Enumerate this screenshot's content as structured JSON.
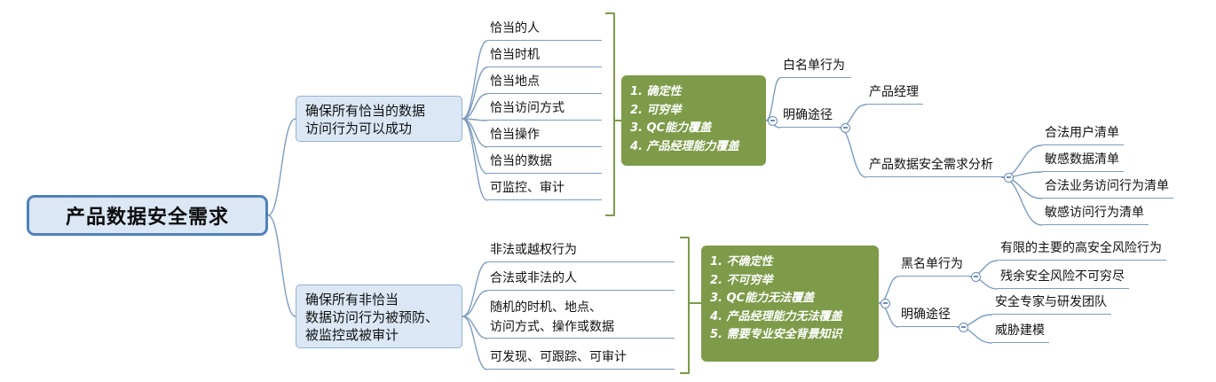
{
  "root": {
    "label": "产品数据安全需求"
  },
  "branch_appropriate": {
    "topic": "确保所有恰当的数据\n访问行为可以成功",
    "items": [
      "恰当的人",
      "恰当时机",
      "恰当地点",
      "恰当访问方式",
      "恰当操作",
      "恰当的数据",
      "可监控、审计"
    ],
    "summary_lines": [
      "1. 确定性",
      "2. 可穷举",
      "3. QC能力覆盖",
      "4. 产品经理能力覆盖"
    ],
    "whitelist": "白名单行为",
    "path": {
      "label": "明确途径",
      "pm": "产品经理",
      "analysis": {
        "label": "产品数据安全需求分析",
        "items": [
          "合法用户清单",
          "敏感数据清单",
          "合法业务访问行为清单",
          "敏感访问行为清单"
        ]
      }
    }
  },
  "branch_inappropriate": {
    "topic": "确保所有非恰当\n数据访问行为被预防、\n被监控或被审计",
    "items": [
      "非法或越权行为",
      "合法或非法的人",
      "随机的时机、地点、\n访问方式、操作或数据",
      "可发现、可跟踪、可审计"
    ],
    "summary_lines": [
      "1. 不确定性",
      "2. 不可穷举",
      "3. QC能力无法覆盖",
      "4. 产品经理能力无法覆盖",
      "5. 需要专业安全背景知识"
    ],
    "blacklist": {
      "label": "黑名单行为",
      "items": [
        "有限的主要的高安全风险行为",
        "残余安全风险不可穷尽"
      ]
    },
    "path": {
      "label": "明确途径",
      "items": [
        "安全专家与研发团队",
        "威胁建模"
      ]
    }
  },
  "colors": {
    "node_fill": "#dbe7f5",
    "root_border": "#4f81bd",
    "connector_line": "#7d9cbe",
    "summary_green": "#7d9b49"
  }
}
